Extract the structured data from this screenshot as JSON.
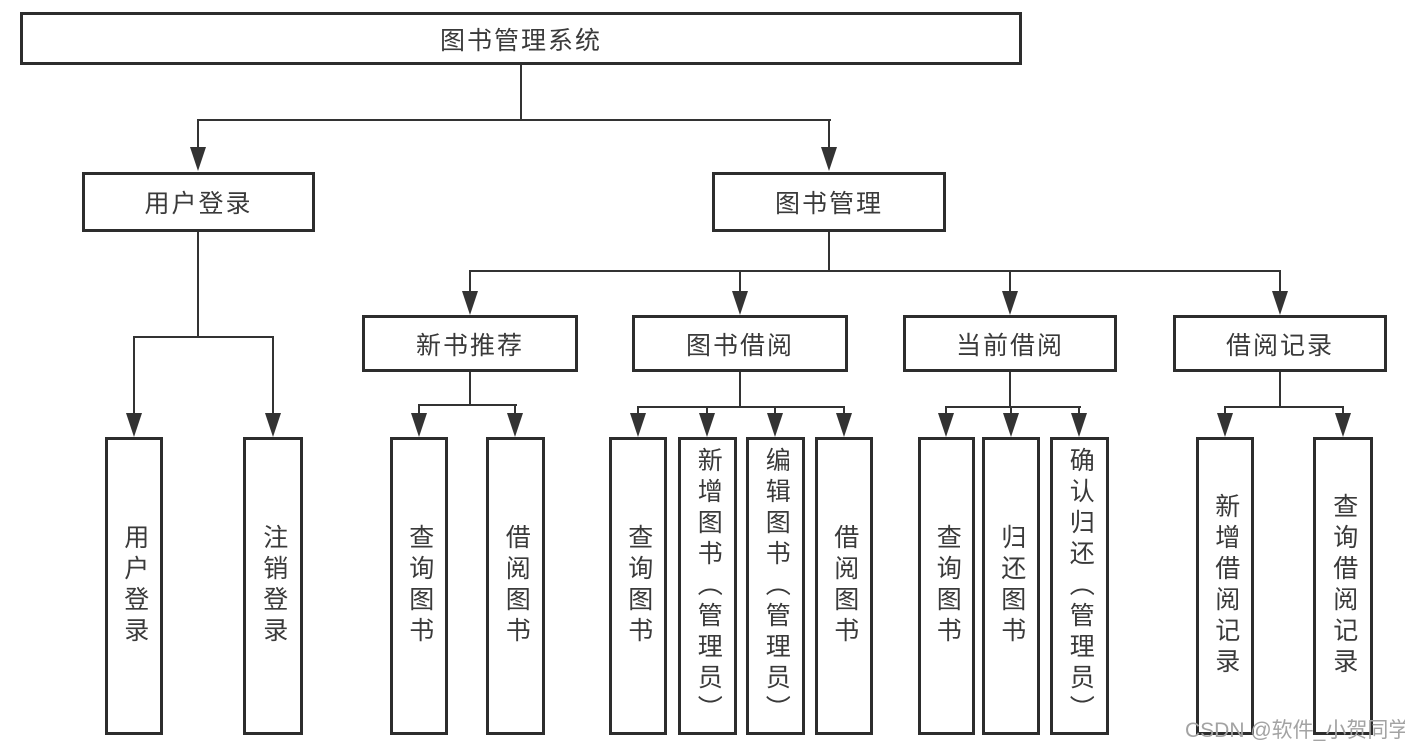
{
  "nodes": {
    "root": "图书管理系统",
    "user_login": "用户登录",
    "book_mgmt": "图书管理",
    "new_book_rec": "新书推荐",
    "book_borrow": "图书借阅",
    "current_borrow": "当前借阅",
    "borrow_records": "借阅记录",
    "leaves": {
      "user_login": "用户登录",
      "logout": "注销登录",
      "query_book_1": "查询图书",
      "borrow_book_1": "借阅图书",
      "query_book_2": "查询图书",
      "add_book_admin": "新增图书（管理员）",
      "edit_book_admin": "编辑图书（管理员）",
      "borrow_book_2": "借阅图书",
      "query_book_3": "查询图书",
      "return_book": "归还图书",
      "confirm_return_admin": "确认归还（管理员）",
      "add_borrow_record": "新增借阅记录",
      "query_borrow_record": "查询借阅记录"
    }
  },
  "watermark": "CSDN @软件_小贺同学",
  "colors": {
    "border": "#2d2d2d",
    "line": "#333333",
    "text": "#3a3a3a",
    "watermark": "#a3a3a3",
    "background": "#ffffff"
  }
}
